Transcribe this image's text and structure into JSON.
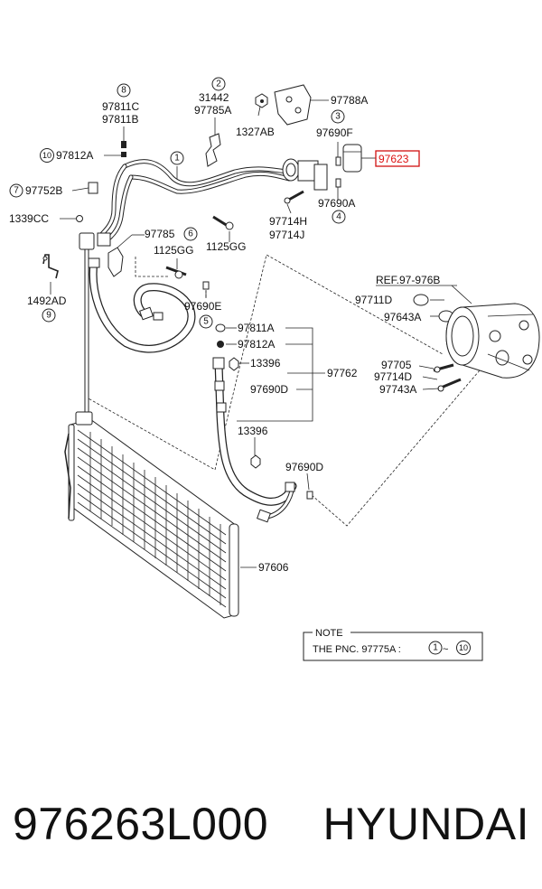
{
  "diagram": {
    "labels": {
      "c8_num": "8",
      "p97811C": "97811C",
      "p97811B": "97811B",
      "c10_num": "10",
      "p97812A_top": "97812A",
      "c7_num": "7",
      "p97752B": "97752B",
      "p1339CC": "1339CC",
      "c2_num": "2",
      "p31442": "31442",
      "p97785A": "97785A",
      "p1327AB": "1327AB",
      "p97788A": "97788A",
      "c3_num": "3",
      "p97690F": "97690F",
      "p97623": "97623",
      "c1_num": "1",
      "p97714H": "97714H",
      "p97714J": "97714J",
      "p97690A": "97690A",
      "c4_num": "4",
      "p97785": "97785",
      "c6_num": "6",
      "p1125GG_a": "1125GG",
      "p1125GG_b": "1125GG",
      "p1492AD": "1492AD",
      "c9_num": "9",
      "pREF": "REF.97-976B",
      "p97711D": "97711D",
      "p97643A": "97643A",
      "p97690E": "97690E",
      "c5_num": "5",
      "p97811A": "97811A",
      "p97812A_mid": "97812A",
      "p13396_a": "13396",
      "p97762": "97762",
      "p97690D_a": "97690D",
      "p97705": "97705",
      "p97714D": "97714D",
      "p97743A": "97743A",
      "p13396_b": "13396",
      "p97690D_b": "97690D",
      "p97606": "97606"
    },
    "note": {
      "title": "NOTE",
      "text": "THE PNC. 97775A :",
      "from": "1",
      "tilde": "~",
      "to": "10"
    },
    "colors": {
      "highlight": "#d11111",
      "line": "#222222"
    }
  },
  "footer": {
    "part_number": "976263L000",
    "brand": "HYUNDAI"
  }
}
